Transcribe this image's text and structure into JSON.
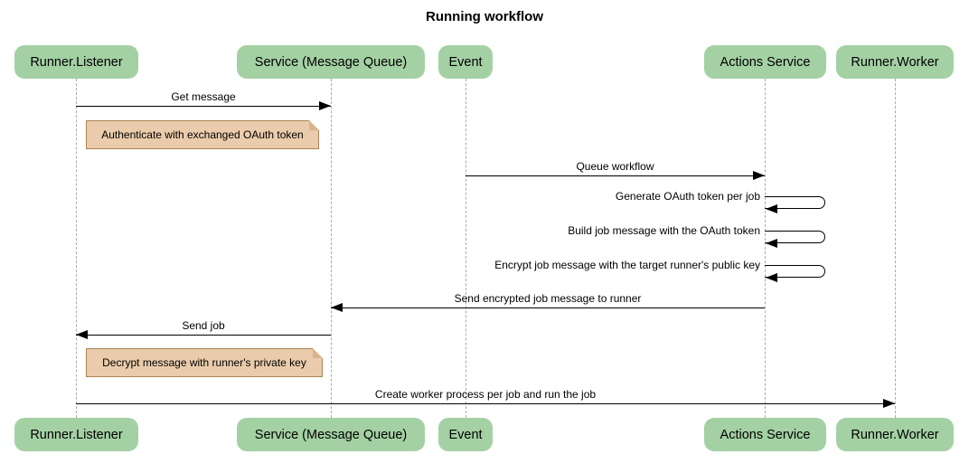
{
  "title": "Running workflow",
  "diagram_type": "sequence",
  "colors": {
    "background": "#FFFFFF",
    "actor_fill": "#A4D1A4",
    "text": "#000000",
    "arrow": "#000000",
    "lifeline": "#AAAAAA",
    "note_fill": "#EACBAB",
    "note_border": "#AA8453",
    "note_fold": "#D9B38C"
  },
  "participants": [
    {
      "label": "Runner.Listener"
    },
    {
      "label": "Service (Message Queue)"
    },
    {
      "label": "Event"
    },
    {
      "label": "Actions Service"
    },
    {
      "label": "Runner.Worker"
    }
  ],
  "messages": [
    {
      "label": "Get message",
      "from": "Runner.Listener",
      "to": "Service (Message Queue)",
      "self": false
    },
    {
      "label": "Queue workflow",
      "from": "Event",
      "to": "Actions Service",
      "self": false
    },
    {
      "label": "Generate OAuth token per job",
      "from": "Actions Service",
      "to": "Actions Service",
      "self": true
    },
    {
      "label": "Build job message with the OAuth token",
      "from": "Actions Service",
      "to": "Actions Service",
      "self": true
    },
    {
      "label": "Encrypt job message with the target runner's public key",
      "from": "Actions Service",
      "to": "Actions Service",
      "self": true
    },
    {
      "label": "Send encrypted job message to runner",
      "from": "Actions Service",
      "to": "Service (Message Queue)",
      "self": false
    },
    {
      "label": "Send job",
      "from": "Service (Message Queue)",
      "to": "Runner.Listener",
      "self": false
    },
    {
      "label": "Create worker process per job and run the job",
      "from": "Runner.Listener",
      "to": "Runner.Worker",
      "self": false
    }
  ],
  "notes": [
    {
      "label": "Authenticate with exchanged OAuth token",
      "anchor": "Runner.Listener"
    },
    {
      "label": "Decrypt message with runner's private key",
      "anchor": "Runner.Listener"
    }
  ]
}
